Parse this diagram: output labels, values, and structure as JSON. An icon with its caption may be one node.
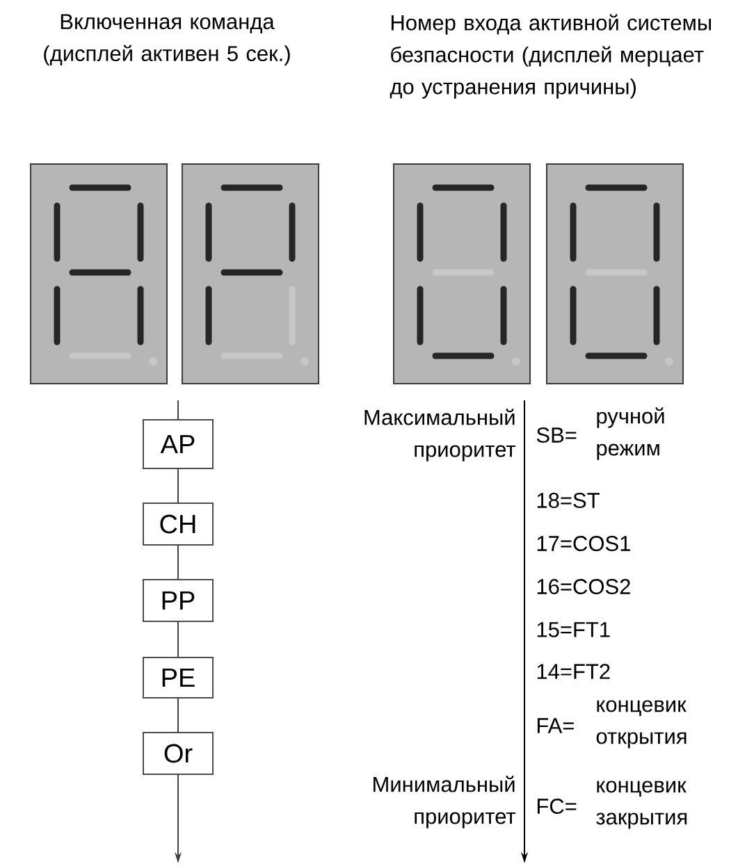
{
  "diagram": {
    "nodes": [
      {
        "text": [
          "AP"
        ]
      },
      {
        "text": [
          "CH"
        ]
      },
      {
        "text": [
          "PP"
        ]
      },
      {
        "text": [
          "PE"
        ]
      },
      {
        "text": [
          "Or"
        ]
      }
    ],
    "edges": [
      {
        "from": null,
        "to": 0,
        "arrow": "none"
      },
      {
        "from": 0,
        "to": 1,
        "arrow": "none"
      },
      {
        "from": 1,
        "to": 2,
        "arrow": "none"
      },
      {
        "from": 2,
        "to": 3,
        "arrow": "none"
      },
      {
        "from": 3,
        "to": 4,
        "arrow": "none"
      },
      {
        "from": 4,
        "to": null,
        "arrow": "to"
      }
    ],
    "labels": [
      "Включенная команда (дисплей активен 5 сек.)",
      "Номер входа активной системы безпасности (дисплей мерцает до устранения причины)",
      "Максимальный приоритет",
      "SB=",
      "ручной режим",
      "18=ST",
      "17=COS1",
      "16=COS2",
      "15=FT1",
      "14=FT2",
      "FA=",
      "концевик открытия",
      "Минимальный приоритет",
      "FC=",
      "концевик закрытия"
    ]
  }
}
